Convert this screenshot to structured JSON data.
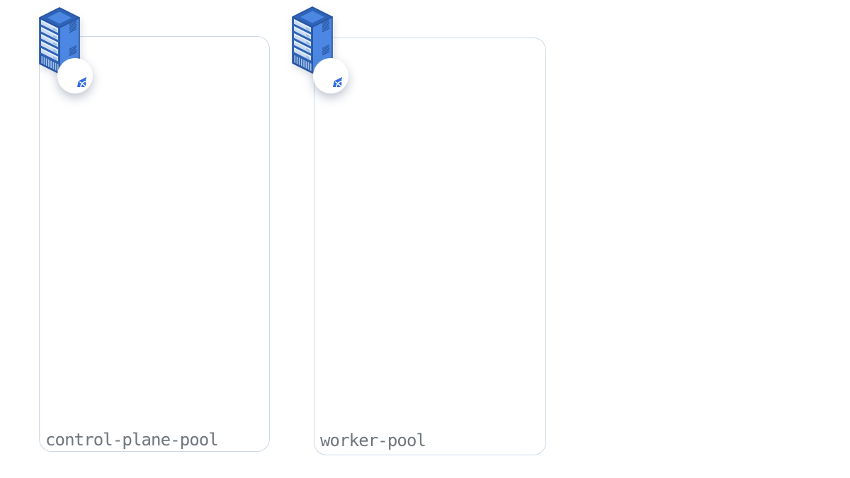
{
  "diagram": {
    "kind": "kubernetes-node-pools",
    "pools": [
      {
        "label": "control-plane-pool",
        "icon": "server-tower-with-kubernetes-badge"
      },
      {
        "label": "worker-pool",
        "icon": "server-tower-with-kubernetes-badge"
      }
    ]
  },
  "colors": {
    "background": "#ffffff",
    "pool_border": "#cdd9e7",
    "pool_label_text": "#6f767e",
    "kubernetes_blue": "#326ce5",
    "server_outline_dark": "#27549f",
    "server_face_mid": "#4c87e3",
    "server_frame_blue": "#2e63b8",
    "server_slat_light": "#c9dbf4",
    "server_slat_highlight": "#e9f1fb",
    "server_rib_light": "#9fc2f0"
  }
}
